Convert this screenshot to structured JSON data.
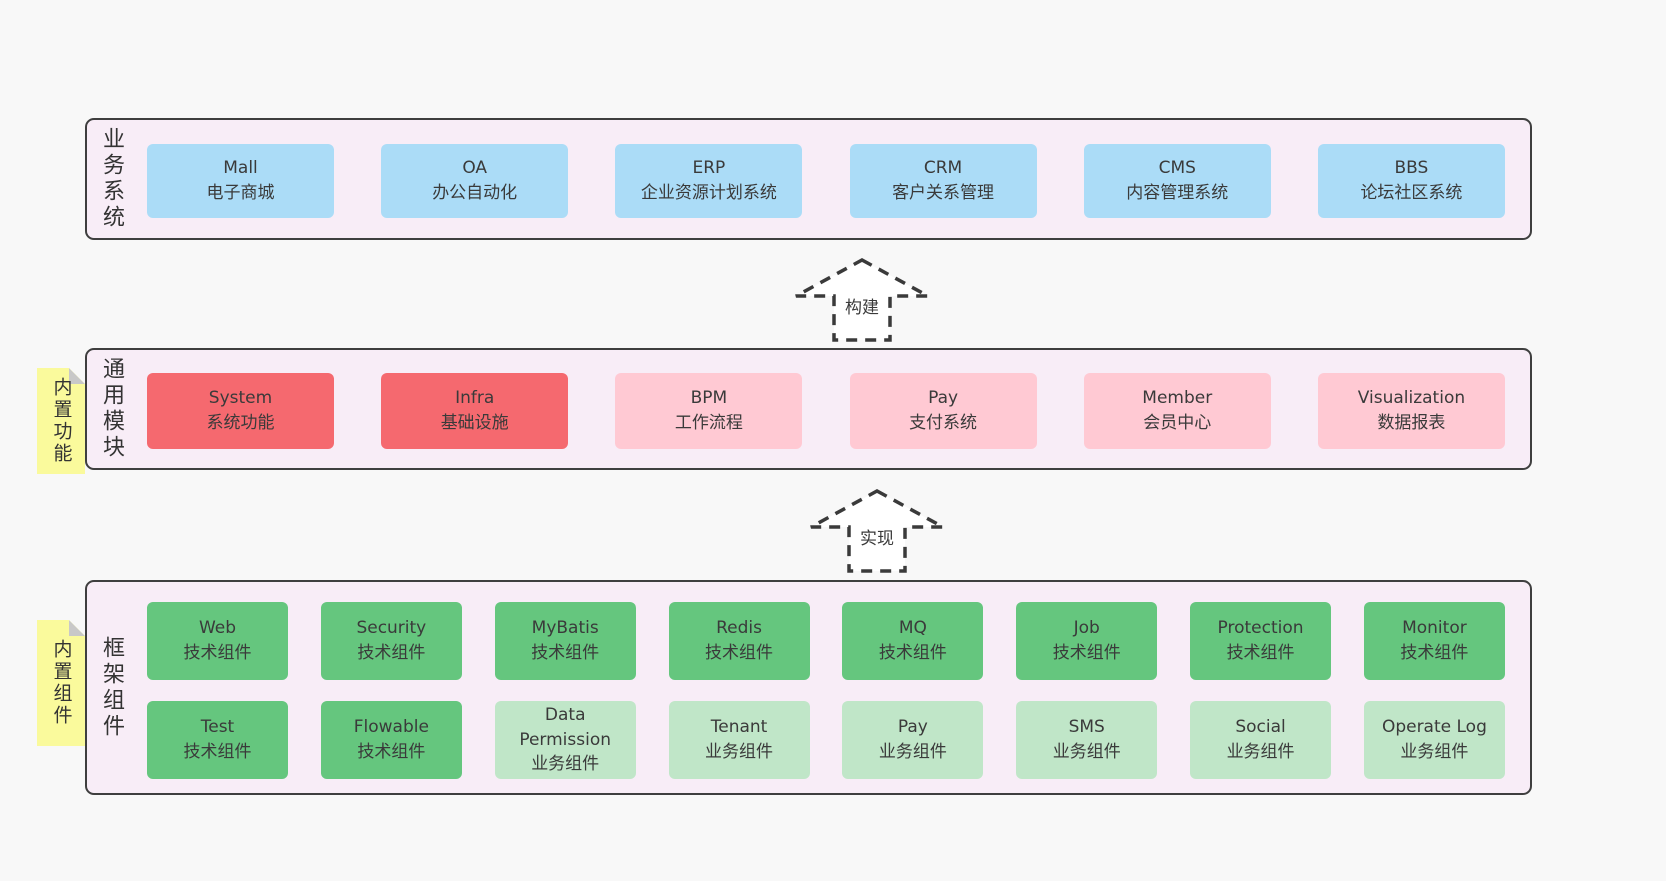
{
  "colors": {
    "page_background": "#f8f8f8",
    "container_background": "#f8edf7",
    "container_border": "#3f3f3f",
    "box_blue": "#abdcf7",
    "box_red": "#f5696f",
    "box_pink": "#ffc9d3",
    "box_green": "#65c67e",
    "box_lightgreen": "#c0e6c8",
    "sticky_note": "#fafa9c",
    "sticky_fold": "#c8c8c8",
    "text": "#3a3a3a"
  },
  "sections": [
    {
      "label": "业务系统",
      "boxes": [
        {
          "name": "Mall",
          "subtitle": "电子商城"
        },
        {
          "name": "OA",
          "subtitle": "办公自动化"
        },
        {
          "name": "ERP",
          "subtitle": "企业资源计划系统"
        },
        {
          "name": "CRM",
          "subtitle": "客户关系管理"
        },
        {
          "name": "CMS",
          "subtitle": "内容管理系统"
        },
        {
          "name": "BBS",
          "subtitle": "论坛社区系统"
        }
      ]
    },
    {
      "label": "通用模块",
      "note": "内置功能",
      "boxes": [
        {
          "name": "System",
          "subtitle": "系统功能"
        },
        {
          "name": "Infra",
          "subtitle": "基础设施"
        },
        {
          "name": "BPM",
          "subtitle": "工作流程"
        },
        {
          "name": "Pay",
          "subtitle": "支付系统"
        },
        {
          "name": "Member",
          "subtitle": "会员中心"
        },
        {
          "name": "Visualization",
          "subtitle": "数据报表"
        }
      ]
    },
    {
      "label": "框架组件",
      "note": "内置组件",
      "rows": [
        [
          {
            "name": "Web",
            "subtitle": "技术组件"
          },
          {
            "name": "Security",
            "subtitle": "技术组件"
          },
          {
            "name": "MyBatis",
            "subtitle": "技术组件"
          },
          {
            "name": "Redis",
            "subtitle": "技术组件"
          },
          {
            "name": "MQ",
            "subtitle": "技术组件"
          },
          {
            "name": "Job",
            "subtitle": "技术组件"
          },
          {
            "name": "Protection",
            "subtitle": "技术组件"
          },
          {
            "name": "Monitor",
            "subtitle": "技术组件"
          }
        ],
        [
          {
            "name": "Test",
            "subtitle": "技术组件"
          },
          {
            "name": "Flowable",
            "subtitle": "技术组件"
          },
          {
            "name": "Data Permission",
            "subtitle": "业务组件"
          },
          {
            "name": "Tenant",
            "subtitle": "业务组件"
          },
          {
            "name": "Pay",
            "subtitle": "业务组件"
          },
          {
            "name": "SMS",
            "subtitle": "业务组件"
          },
          {
            "name": "Social",
            "subtitle": "业务组件"
          },
          {
            "name": "Operate Log",
            "subtitle": "业务组件"
          }
        ]
      ]
    }
  ],
  "arrows": [
    {
      "label": "构建"
    },
    {
      "label": "实现"
    }
  ]
}
